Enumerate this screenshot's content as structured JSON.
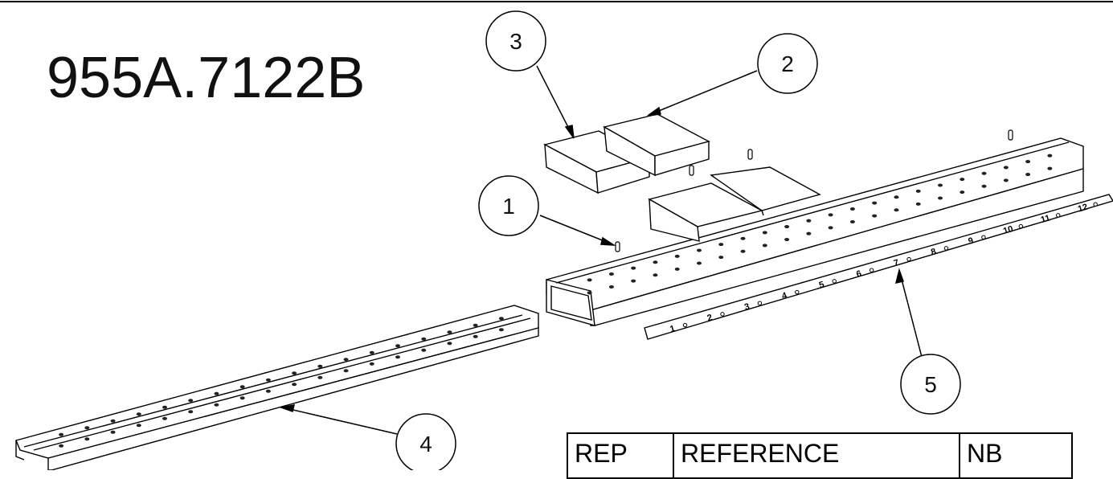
{
  "drawing": {
    "title": "955A.7122B",
    "callouts": [
      {
        "id": "callout-1",
        "label": "1"
      },
      {
        "id": "callout-2",
        "label": "2"
      },
      {
        "id": "callout-3",
        "label": "3"
      },
      {
        "id": "callout-4",
        "label": "4"
      },
      {
        "id": "callout-5",
        "label": "5"
      }
    ],
    "strip_numbers": [
      "1",
      "2",
      "3",
      "4",
      "5",
      "6",
      "7",
      "8",
      "9",
      "10",
      "11",
      "12"
    ],
    "table_header": {
      "rep": "REP",
      "reference": "REFERENCE",
      "nb": "NB"
    }
  }
}
